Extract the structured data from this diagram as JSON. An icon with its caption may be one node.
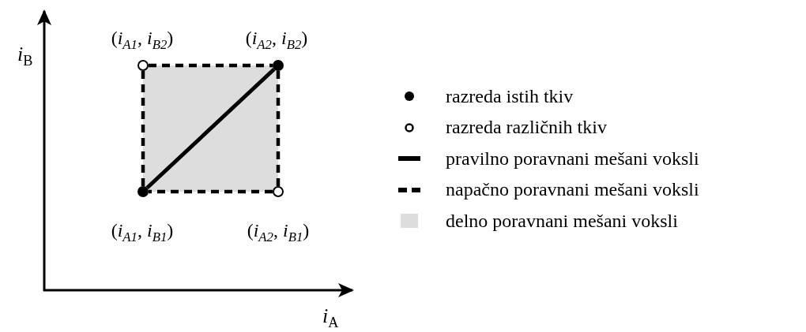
{
  "diagram": {
    "nodes": [
      {
        "text": [],
        "shape": "circle",
        "beside": [
          "(*i*$_{A1}$, *i*$_{B2}$)"
        ]
      },
      {
        "text": [],
        "shape": "dot",
        "beside": [
          "(*i*$_{A2}$, *i*$_{B2}$)"
        ]
      },
      {
        "text": [],
        "shape": "dot",
        "beside": [
          "(*i*$_{A1}$, *i*$_{B1}$)"
        ]
      },
      {
        "text": [],
        "shape": "circle",
        "beside": [
          "(*i*$_{A2}$, *i*$_{B1}$)"
        ]
      }
    ],
    "edges": [
      {
        "from": 2,
        "to": 1,
        "arrow": "none"
      },
      {
        "from": 2,
        "to": 0,
        "arrow": "none",
        "style": "dashed"
      },
      {
        "from": 0,
        "to": 1,
        "arrow": "none",
        "style": "dashed"
      },
      {
        "from": 1,
        "to": 3,
        "arrow": "none",
        "style": "dashed"
      },
      {
        "from": 3,
        "to": 2,
        "arrow": "none",
        "style": "dashed"
      }
    ],
    "labels": [
      "*i*$_{B}$",
      "*i*$_{A}$"
    ],
    "legend": [
      {
        "text": "razreda istih tkiv"
      },
      {
        "text": "razreda različnih tkiv"
      },
      {
        "text": "pravilno poravnani mešani voksli"
      },
      {
        "text": "napačno poravnani mešani voksli"
      },
      {
        "text": "delno poravnani mešani voksli",
        "color": "#dddddd"
      }
    ]
  }
}
